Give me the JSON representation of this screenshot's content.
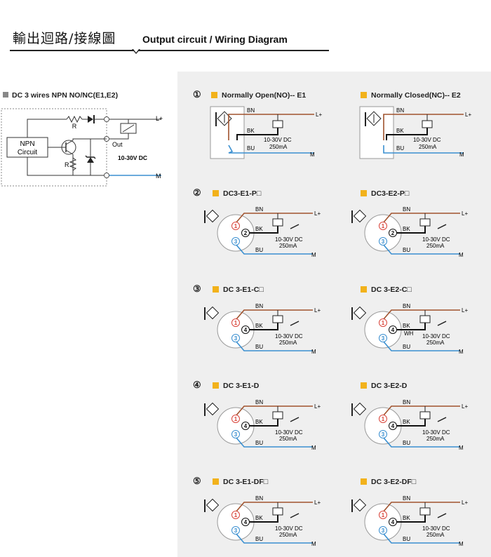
{
  "header": {
    "title_cn": "輸出迴路/接線圖",
    "title_en": "Output circuit / Wiring Diagram"
  },
  "left": {
    "heading": "DC 3 wires NPN NO/NC(E1,E2)",
    "npn_line1": "NPN",
    "npn_line2": "Circuit",
    "r_top": "R",
    "r_side": "R",
    "out_label": "Out",
    "voltage": "10-30V DC",
    "l_plus": "L+",
    "m_label": "M"
  },
  "labels": {
    "bn": "BN",
    "bk": "BK",
    "bu": "BU",
    "wh": "WH",
    "l_plus": "L+",
    "m": "M",
    "voltage": "10-30V DC",
    "current": "250mA",
    "pin1": "1",
    "pin2": "2",
    "pin3": "3",
    "pin4": "4"
  },
  "sections": [
    {
      "num": "①",
      "left_title": "Normally Open(NO)-- E1",
      "right_title": "Normally Closed(NC)-- E2"
    },
    {
      "num": "②",
      "left_title": "DC3-E1-P□",
      "right_title": "DC3-E2-P□"
    },
    {
      "num": "③",
      "left_title": "DC 3-E1-C□",
      "right_title": "DC 3-E2-C□"
    },
    {
      "num": "④",
      "left_title": "DC 3-E1-D",
      "right_title": "DC 3-E2-D"
    },
    {
      "num": "⑤",
      "left_title": "DC 3-E1-DF□",
      "right_title": "DC 3-E2-DF□"
    }
  ],
  "colors": {
    "brown": "#a0522d",
    "blue": "#3a8fd0",
    "black": "#111111",
    "gray_wire": "#aaaaaa",
    "orange": "#f2b21b",
    "pin_red": "#d9443a",
    "pin_blue": "#3a8fd0"
  }
}
